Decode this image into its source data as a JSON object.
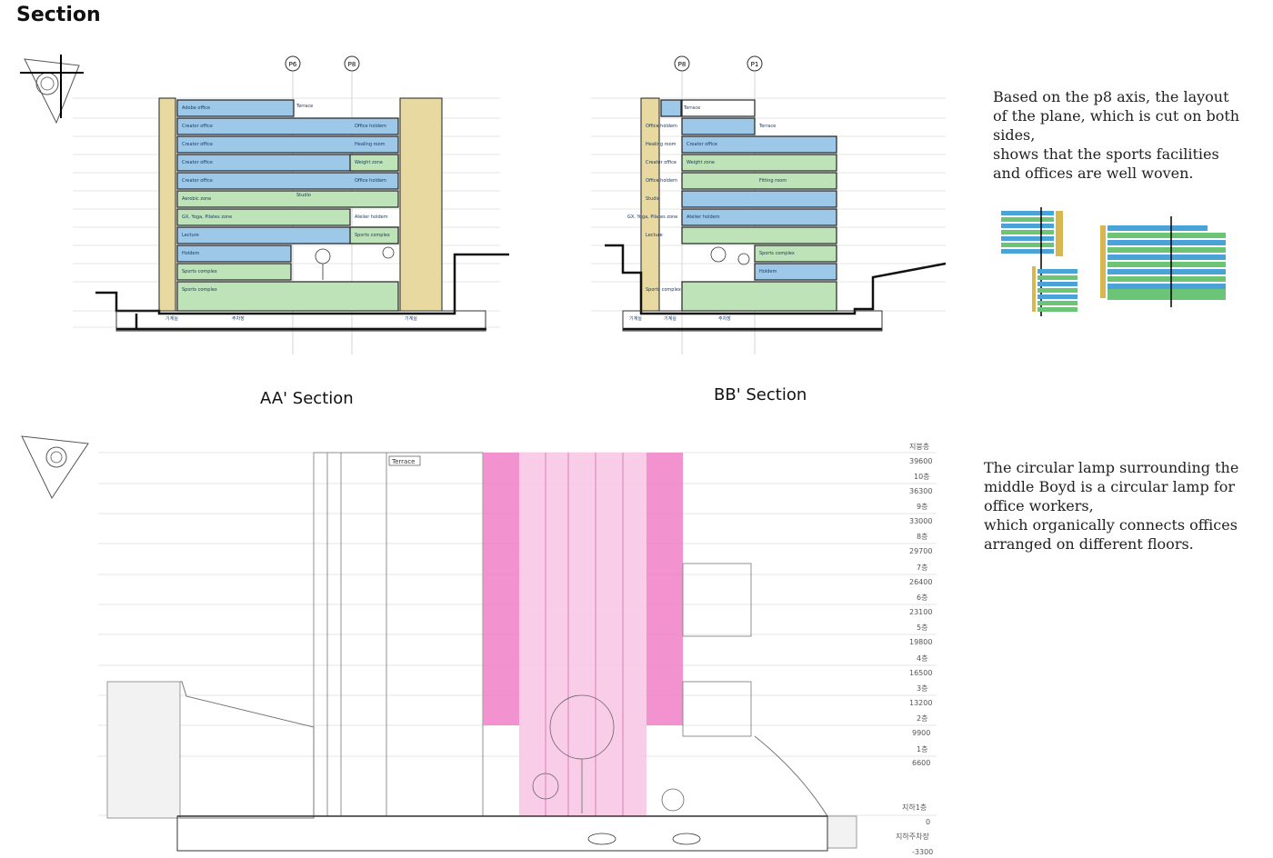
{
  "page": {
    "title": "Section"
  },
  "sections": {
    "aa": {
      "caption": "AA' Section",
      "axes": [
        "P6",
        "P8"
      ],
      "rooms": [
        "Adobe office",
        "Creator office",
        "Creator office",
        "Creator office",
        "Creator office",
        "Aerobic zone",
        "GX, Yoga, Pilates zone",
        "Lecture",
        "Holdem",
        "Sports complex",
        "Sports complex"
      ],
      "right_rooms": [
        "Office holdem",
        "Healing room",
        "Weight zone",
        "Office holdem",
        "Atelier holdem",
        "Sports complex"
      ],
      "terrace": "Terrace",
      "studio": "Studio",
      "basement": [
        "기계실",
        "주차장",
        "기계실"
      ]
    },
    "bb": {
      "caption": "BB' Section",
      "axes": [
        "P8",
        "P1"
      ],
      "left_rooms": [
        "Office holdem",
        "Healing room",
        "Creator office",
        "Office holdem",
        "Studio",
        "GX, Yoga, Pilates zone",
        "Lecture",
        "Sports complex"
      ],
      "right_rooms": [
        "Creator office",
        "Weight zone",
        "Fitting room",
        "Atelier holdem",
        "Sports complex",
        "Holdem"
      ],
      "terrace": [
        "Terrace",
        "Terrace"
      ],
      "basement": [
        "기계실",
        "기계실",
        "주차장"
      ]
    },
    "elevation": {
      "tag": "Terrace",
      "levels": [
        {
          "name": "지붕층",
          "value": "39600"
        },
        {
          "name": "10층",
          "value": "36300"
        },
        {
          "name": "9층",
          "value": "33000"
        },
        {
          "name": "8층",
          "value": "29700"
        },
        {
          "name": "7층",
          "value": "26400"
        },
        {
          "name": "6층",
          "value": "23100"
        },
        {
          "name": "5층",
          "value": "19800"
        },
        {
          "name": "4층",
          "value": "16500"
        },
        {
          "name": "3층",
          "value": "13200"
        },
        {
          "name": "2층",
          "value": "9900"
        },
        {
          "name": "1층",
          "value": "6600"
        },
        {
          "name": "지하1층",
          "value": "0"
        },
        {
          "name": "지하주차장",
          "value": "-3300"
        }
      ]
    }
  },
  "descriptions": {
    "p8_axis": [
      " Based on the p8 axis, the layout",
      "of the plane, which is cut on both",
      "sides,",
      "shows that the sports facilities",
      "and offices are well woven."
    ],
    "circular_lamp": [
      " The circular lamp surrounding the",
      "middle Boyd is a circular lamp for",
      "office workers,",
      "which organically connects offices",
      "arranged on different floors."
    ]
  },
  "colors": {
    "office_blue": "#9ec8e8",
    "sports_green": "#bfe3b8",
    "core_tan": "#e8d9a0",
    "void_pink": "#f080c8",
    "void_light_pink": "#f8c8e6",
    "diagram_blue": "#4aa3d8",
    "diagram_green": "#6cc477",
    "diagram_tan": "#d9b64f"
  }
}
